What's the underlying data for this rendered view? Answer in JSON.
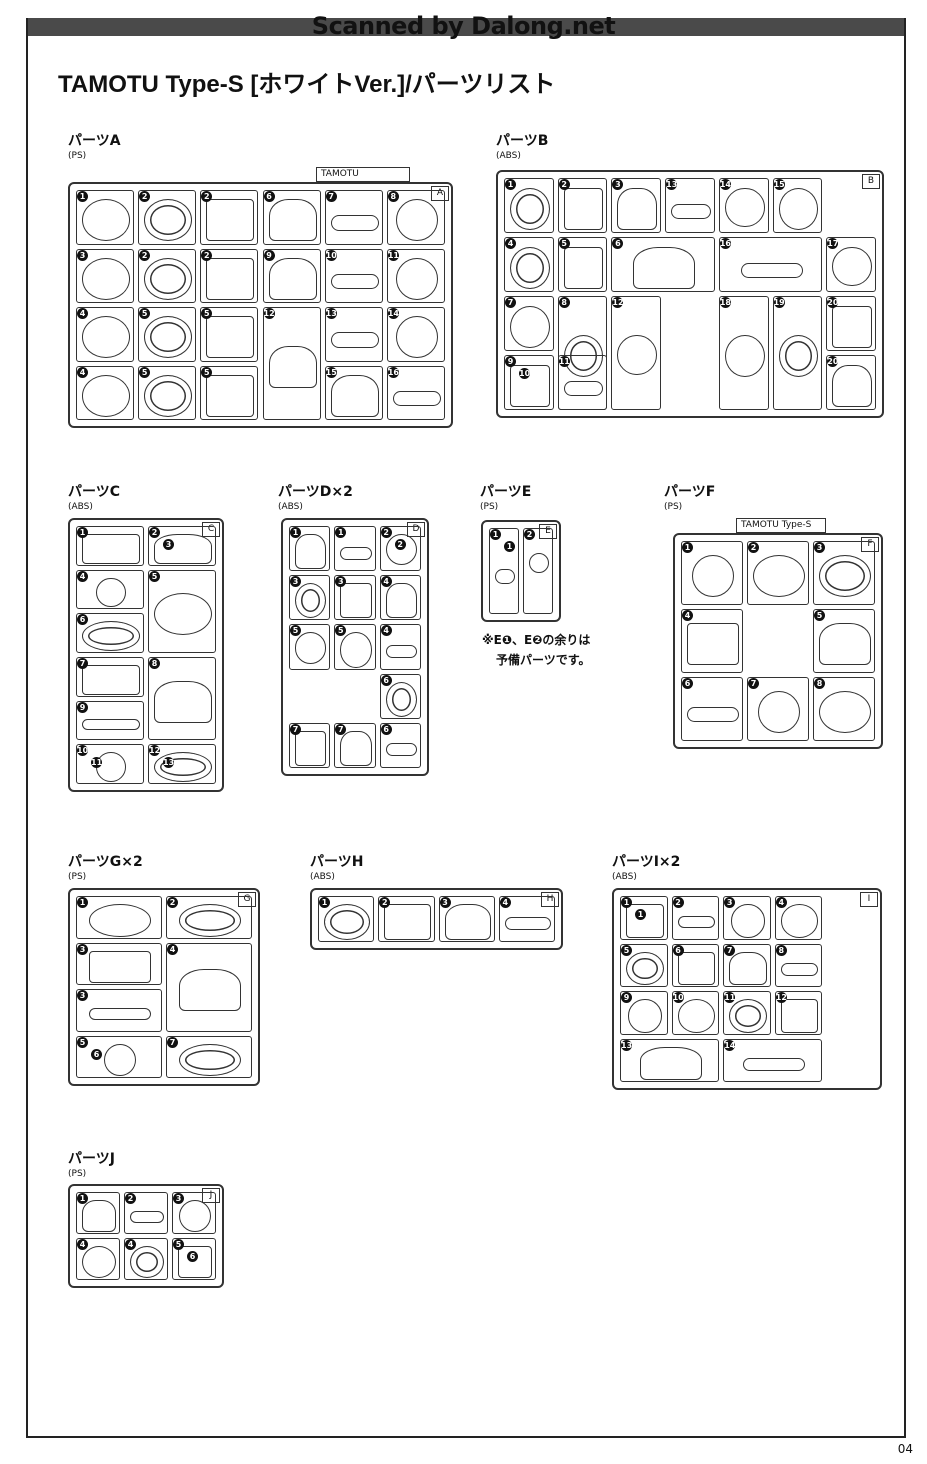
{
  "watermark": "Scanned by Dalong.net",
  "title": "TAMOTU Type-S [ホワイトVer.]/パーツリスト",
  "page_number": "04",
  "note": {
    "line1": "※E❶、E❷の余りは",
    "line2": "予備パーツです。"
  },
  "sprues": [
    {
      "id": "A",
      "label": "パーツA",
      "material": "(PS)",
      "tab": "TAMOTU",
      "letter": "A",
      "numbers": [
        "1",
        "2",
        "2",
        "6",
        "7",
        "8",
        "3",
        "2",
        "2",
        "9",
        "10",
        "11",
        "4",
        "5",
        "5",
        "12",
        "13",
        "14",
        "4",
        "5",
        "5",
        "15",
        "16"
      ]
    },
    {
      "id": "B",
      "label": "パーツB",
      "material": "(ABS)",
      "letter": "B",
      "numbers": [
        "1",
        "2",
        "3",
        "13",
        "14",
        "15",
        "4",
        "5",
        "6",
        "16",
        "17",
        "7",
        "8",
        "9",
        "10",
        "11",
        "12",
        "18",
        "19",
        "20",
        "20"
      ]
    },
    {
      "id": "C",
      "label": "パーツC",
      "material": "(ABS)",
      "letter": "C",
      "numbers": [
        "1",
        "2",
        "3",
        "4",
        "5",
        "6",
        "7",
        "8",
        "9",
        "10",
        "11",
        "12",
        "13"
      ]
    },
    {
      "id": "D",
      "label": "パーツD×2",
      "material": "(ABS)",
      "letter": "D",
      "numbers": [
        "1",
        "1",
        "2",
        "2",
        "3",
        "3",
        "4",
        "4",
        "5",
        "5",
        "6",
        "7",
        "7",
        "6"
      ]
    },
    {
      "id": "E",
      "label": "パーツE",
      "material": "(PS)",
      "letter": "E",
      "numbers": [
        "1",
        "2",
        "1"
      ]
    },
    {
      "id": "F",
      "label": "パーツF",
      "material": "(PS)",
      "tab": "TAMOTU Type-S",
      "letter": "F",
      "numbers": [
        "1",
        "2",
        "3",
        "4",
        "5",
        "6",
        "7",
        "8"
      ]
    },
    {
      "id": "G",
      "label": "パーツG×2",
      "material": "(PS)",
      "letter": "G",
      "numbers": [
        "1",
        "2",
        "3",
        "4",
        "3",
        "5",
        "6",
        "7"
      ]
    },
    {
      "id": "H",
      "label": "パーツH",
      "material": "(ABS)",
      "letter": "H",
      "numbers": [
        "1",
        "2",
        "3",
        "4"
      ]
    },
    {
      "id": "I",
      "label": "パーツI×2",
      "material": "(ABS)",
      "letter": "I",
      "numbers": [
        "1",
        "1",
        "2",
        "3",
        "4",
        "5",
        "6",
        "7",
        "8",
        "9",
        "10",
        "11",
        "12",
        "13",
        "14"
      ]
    },
    {
      "id": "J",
      "label": "パーツJ",
      "material": "(PS)",
      "letter": "J",
      "numbers": [
        "1",
        "2",
        "3",
        "4",
        "4",
        "5",
        "6"
      ]
    }
  ]
}
